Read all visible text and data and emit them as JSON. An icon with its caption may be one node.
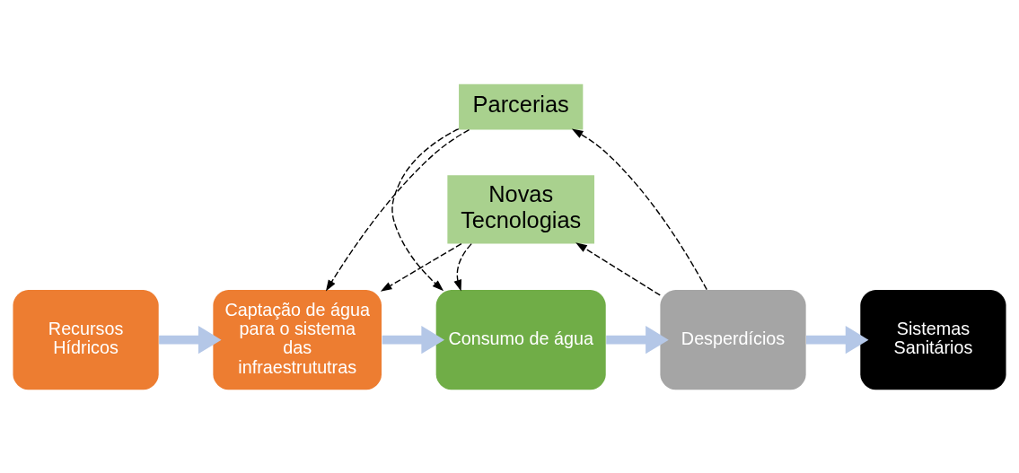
{
  "diagram": {
    "nodes": [
      {
        "text": [
          "Recursos Hídricos"
        ]
      },
      {
        "text": [
          "Captação de água para o sistema das infraestrututras"
        ]
      },
      {
        "text": [
          "Consumo de água"
        ]
      },
      {
        "text": [
          "Desperdícios"
        ]
      },
      {
        "text": [
          "Sistemas Sanitários"
        ]
      },
      {
        "text": [
          "Parcerias"
        ]
      },
      {
        "text": [
          "Novas Tecnologias"
        ]
      }
    ],
    "edges": [
      {
        "from": 0,
        "to": 1,
        "arrow": "to",
        "style": "thick",
        "color": "#b4c7e7"
      },
      {
        "from": 1,
        "to": 2,
        "arrow": "to",
        "style": "thick",
        "color": "#b4c7e7"
      },
      {
        "from": 2,
        "to": 3,
        "arrow": "to",
        "style": "thick",
        "color": "#b4c7e7"
      },
      {
        "from": 3,
        "to": 4,
        "arrow": "to",
        "style": "thick",
        "color": "#b4c7e7"
      },
      {
        "from": 5,
        "to": 1,
        "arrow": "to",
        "style": "dashed"
      },
      {
        "from": 5,
        "to": 2,
        "arrow": "to",
        "style": "dashed"
      },
      {
        "from": 3,
        "to": 5,
        "arrow": "to",
        "style": "dashed"
      },
      {
        "from": 6,
        "to": 1,
        "arrow": "to",
        "style": "dashed"
      },
      {
        "from": 6,
        "to": 2,
        "arrow": "to",
        "style": "dashed"
      },
      {
        "from": 3,
        "to": 6,
        "arrow": "to",
        "style": "dashed"
      }
    ]
  }
}
